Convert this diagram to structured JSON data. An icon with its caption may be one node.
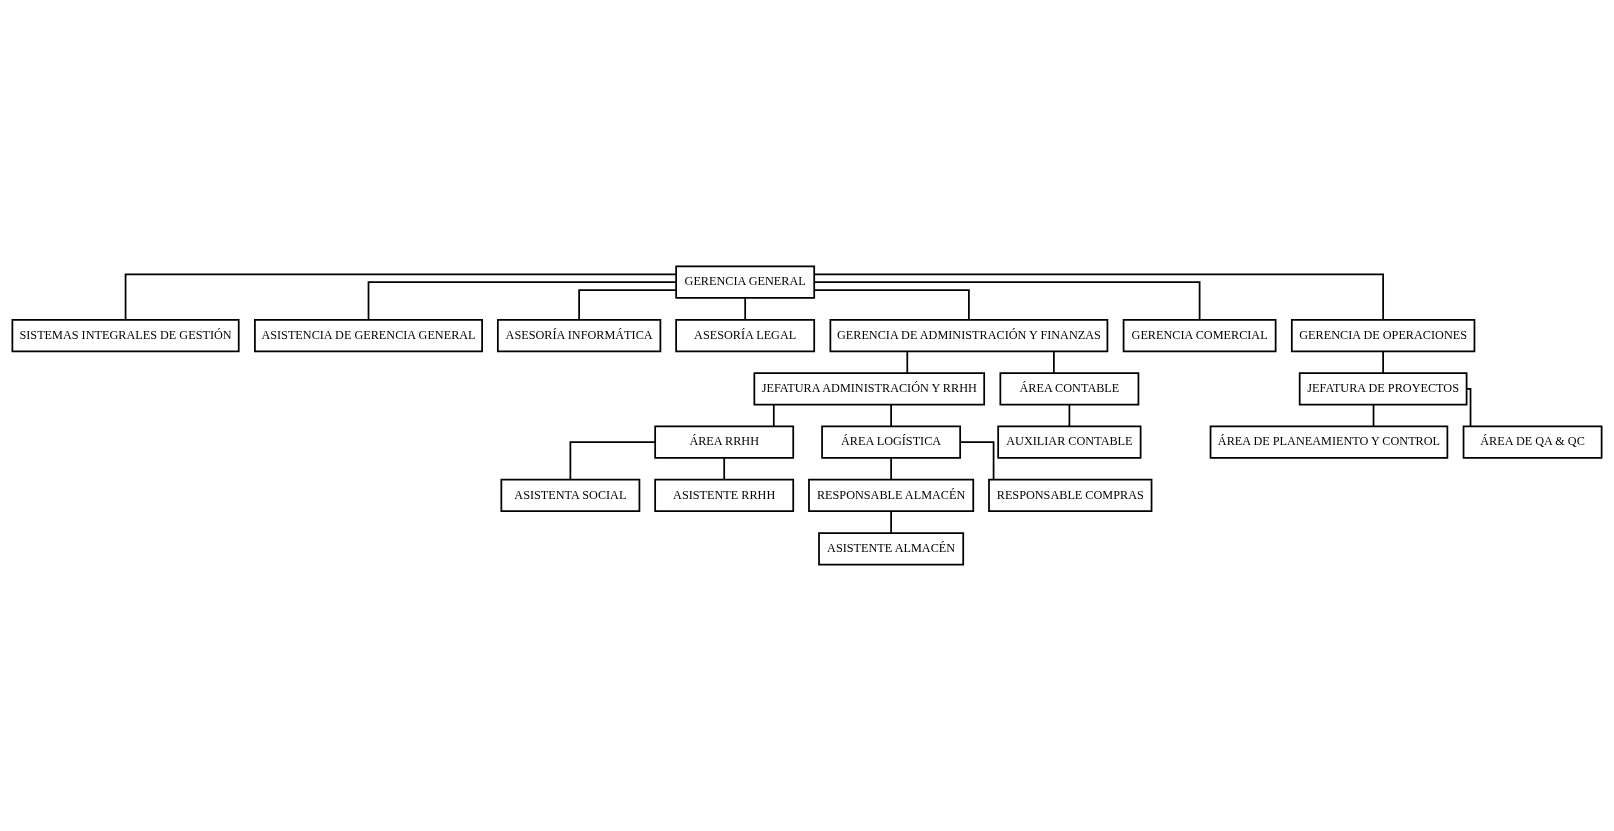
{
  "diagram": {
    "nodes": [
      {
        "text": [
          "GERENCIA GENERAL"
        ]
      },
      {
        "text": [
          "SISTEMAS INTEGRALES DE GESTIÓN"
        ]
      },
      {
        "text": [
          "ASISTENCIA DE GERENCIA GENERAL"
        ]
      },
      {
        "text": [
          "ASESORÍA INFORMÁTICA"
        ]
      },
      {
        "text": [
          "ASESORÍA LEGAL"
        ]
      },
      {
        "text": [
          "GERENCIA DE ADMINISTRACIÓN Y FINANZAS"
        ]
      },
      {
        "text": [
          "GERENCIA COMERCIAL"
        ]
      },
      {
        "text": [
          "GERENCIA DE OPERACIONES"
        ]
      },
      {
        "text": [
          "JEFATURA ADMINISTRACIÓN Y RRHH"
        ]
      },
      {
        "text": [
          "JEFATURA DE PROYECTOS"
        ]
      },
      {
        "text": [
          "ÁREA CONTABLE"
        ]
      },
      {
        "text": [
          "ÁREA RRHH"
        ]
      },
      {
        "text": [
          "ÁREA LOGÍSTICA"
        ]
      },
      {
        "text": [
          "ÁREA DE PLANEAMIENTO Y CONTROL"
        ]
      },
      {
        "text": [
          "ÁREA DE QA & QC"
        ]
      },
      {
        "text": [
          "ASISTENTA SOCIAL"
        ]
      },
      {
        "text": [
          "RESPONSABLE ALMACÉN"
        ]
      },
      {
        "text": [
          "RESPONSABLE COMPRAS"
        ]
      },
      {
        "text": [
          "AUXILIAR CONTABLE"
        ]
      },
      {
        "text": [
          "ASISTENTE RRHH"
        ]
      },
      {
        "text": [
          "ASISTENTE ALMACÉN"
        ]
      }
    ],
    "edges": [
      {
        "from": 0,
        "to": 1,
        "arrow": "none"
      },
      {
        "from": 0,
        "to": 2,
        "arrow": "none"
      },
      {
        "from": 0,
        "to": 3,
        "arrow": "none"
      },
      {
        "from": 0,
        "to": 4,
        "arrow": "none"
      },
      {
        "from": 0,
        "to": 5,
        "arrow": "none"
      },
      {
        "from": 0,
        "to": 6,
        "arrow": "none"
      },
      {
        "from": 0,
        "to": 7,
        "arrow": "none"
      },
      {
        "from": 5,
        "to": 8,
        "arrow": "none"
      },
      {
        "from": 5,
        "to": 10,
        "arrow": "none"
      },
      {
        "from": 8,
        "to": 11,
        "arrow": "none"
      },
      {
        "from": 8,
        "to": 12,
        "arrow": "none"
      },
      {
        "from": 7,
        "to": 9,
        "arrow": "none"
      },
      {
        "from": 9,
        "to": 13,
        "arrow": "none"
      },
      {
        "from": 9,
        "to": 14,
        "arrow": "none"
      },
      {
        "from": 11,
        "to": 15,
        "arrow": "none"
      },
      {
        "from": 11,
        "to": 19,
        "arrow": "none"
      },
      {
        "from": 12,
        "to": 16,
        "arrow": "none"
      },
      {
        "from": 12,
        "to": 17,
        "arrow": "none"
      },
      {
        "from": 10,
        "to": 18,
        "arrow": "none"
      },
      {
        "from": 16,
        "to": 20,
        "arrow": "none"
      }
    ]
  }
}
